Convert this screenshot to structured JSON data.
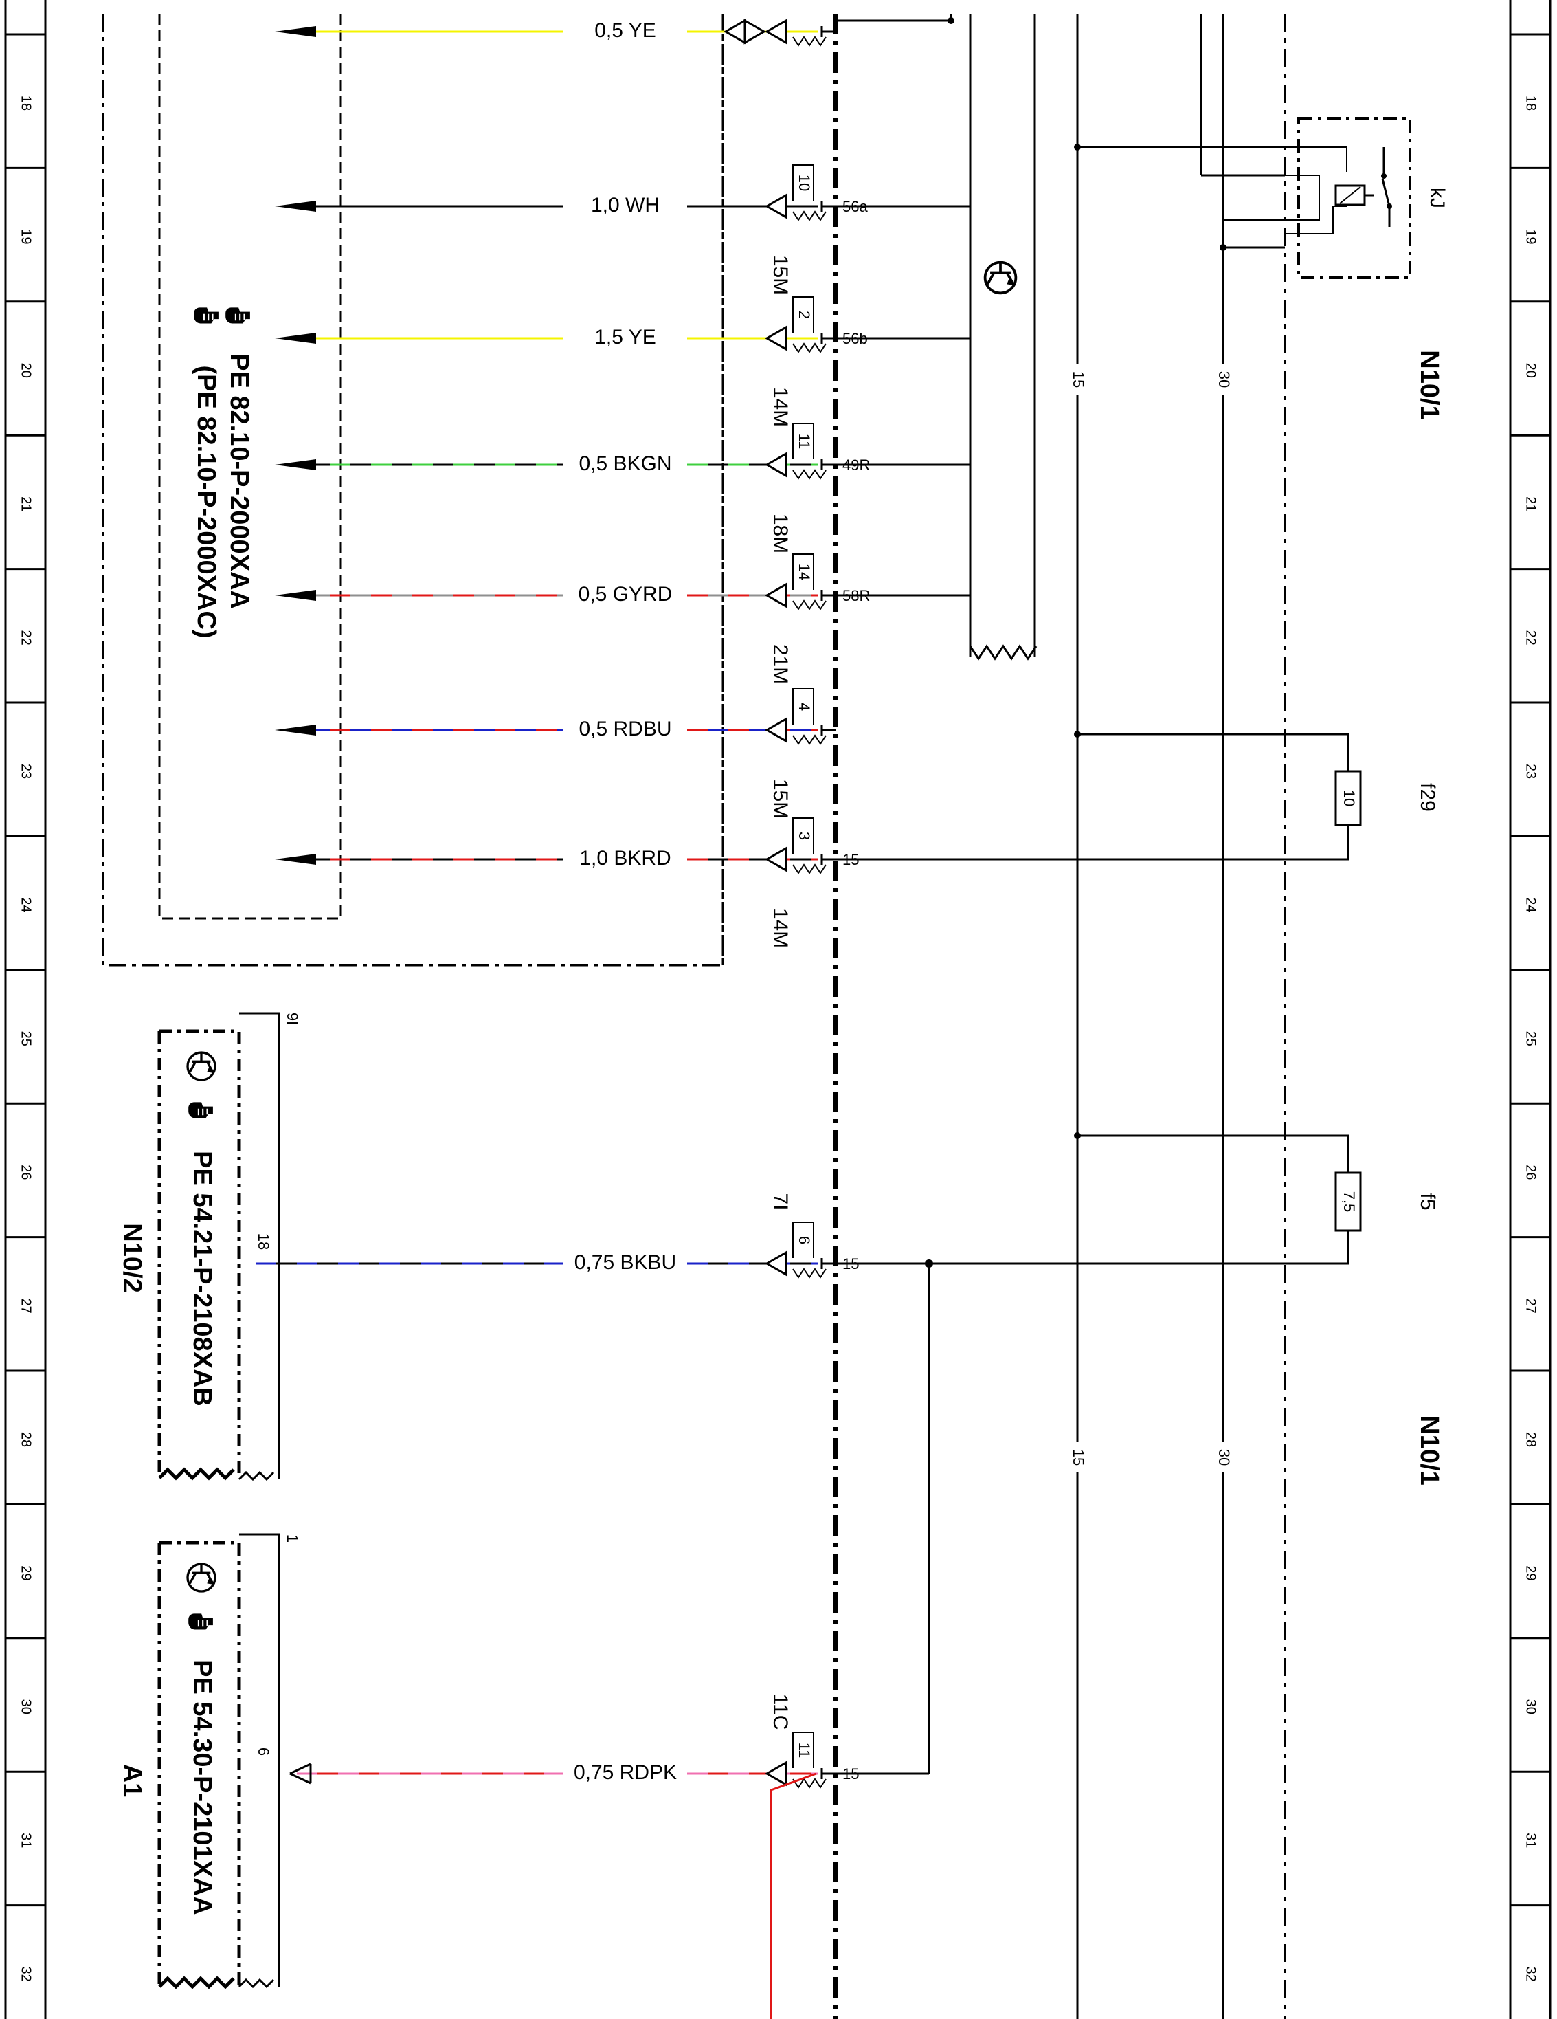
{
  "grid": {
    "rows": [
      "18",
      "19",
      "20",
      "21",
      "22",
      "23",
      "24",
      "25",
      "26",
      "27",
      "28",
      "29",
      "30",
      "31",
      "32"
    ]
  },
  "colors": {
    "yellow": "#f4f400",
    "green": "#3fcf3f",
    "red": "#e01818",
    "gray": "#8f8f8f",
    "blue": "#1a22c8",
    "pink": "#f070b0",
    "black": "#000000"
  },
  "wires": [
    {
      "label": "0,5 YE",
      "pin": "",
      "terminal": "",
      "connector": ""
    },
    {
      "label": "1,0 WH",
      "pin": "10",
      "terminal": "56a",
      "connector": "15M"
    },
    {
      "label": "1,5 YE",
      "pin": "2",
      "terminal": "56b",
      "connector": "14M"
    },
    {
      "label": "0,5 BKGN",
      "pin": "11",
      "terminal": "49R",
      "connector": "18M"
    },
    {
      "label": "0,5 GYRD",
      "pin": "14",
      "terminal": "58R",
      "connector": "21M"
    },
    {
      "label": "0,5 RDBU",
      "pin": "4",
      "terminal": "",
      "connector": "15M"
    },
    {
      "label": "1,0 BKRD",
      "pin": "3",
      "terminal": "15",
      "connector": "14M"
    },
    {
      "label": "0,75 BKBU",
      "pin": "6",
      "terminal": "15",
      "connector": "7I"
    },
    {
      "label": "0,75 RDPK",
      "pin": "11",
      "terminal": "15",
      "connector": "11C"
    }
  ],
  "references": {
    "ref1": "PE 82.10-P-2000XAA",
    "ref2": "(PE 82.10-P-2000XAC)",
    "ref3": "PE 54.21-P-2108XAB",
    "ref4": "PE 54.30-P-2101XAA"
  },
  "components": {
    "n10_1": "N10/1",
    "n10_2": "N10/2",
    "a1": "A1",
    "kj": "kJ",
    "f29": "f29",
    "f5": "f5",
    "fuse_f29": "10",
    "fuse_f5": "7,5",
    "pin_9i": "9I",
    "pin_18": "18",
    "pin_1": "1",
    "pin_6": "6"
  },
  "rails": {
    "r15": "15",
    "r30": "30"
  },
  "icons": {
    "hand": "pointing-hand-icon",
    "transistor": "transistor-symbol-icon"
  }
}
